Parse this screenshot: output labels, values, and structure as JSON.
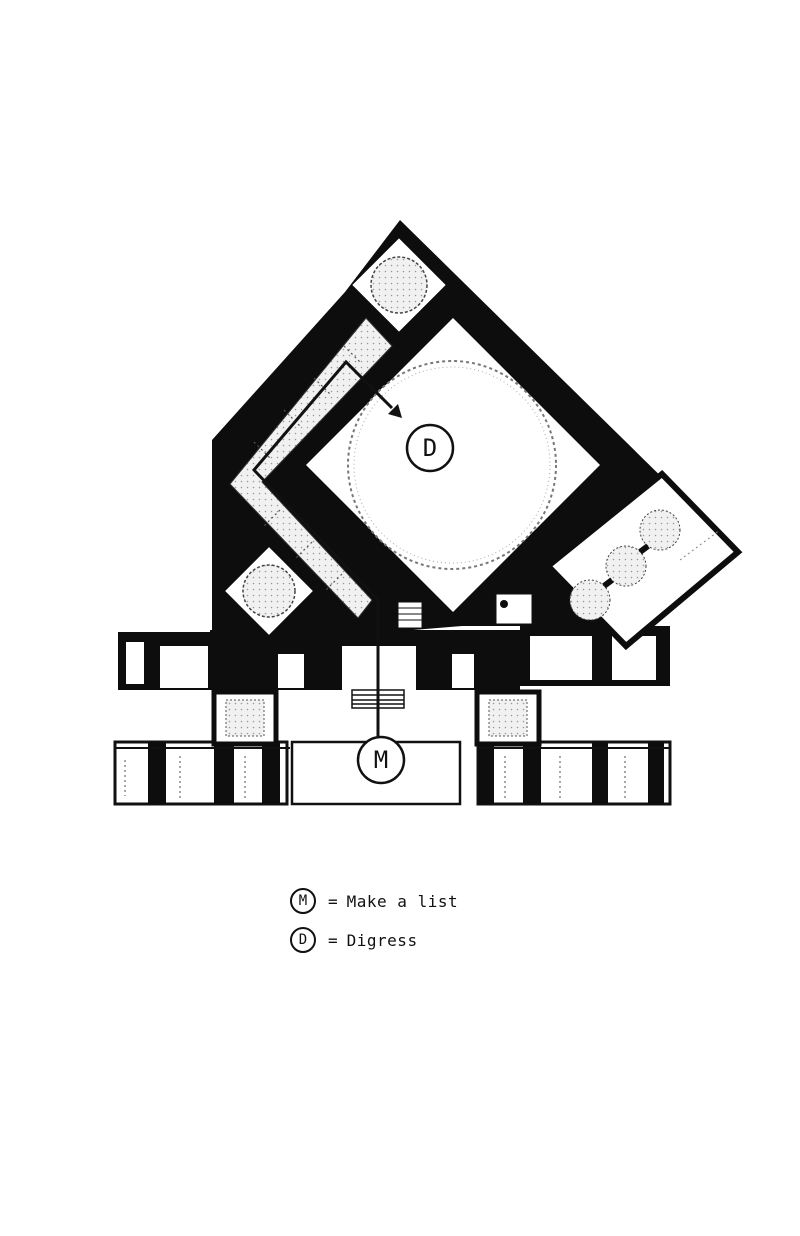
{
  "diagram": {
    "markers": [
      {
        "letter": "D",
        "meaning": "Digress"
      },
      {
        "letter": "M",
        "meaning": "Make a list"
      }
    ]
  },
  "legend": {
    "items": [
      {
        "letter": "M",
        "equals": "=",
        "text": "Make a list"
      },
      {
        "letter": "D",
        "equals": "=",
        "text": "Digress"
      }
    ]
  },
  "colors": {
    "ink": "#111111",
    "wall": "#0d0d0d",
    "paper": "#ffffff",
    "dotted": "#8a8a8a"
  }
}
